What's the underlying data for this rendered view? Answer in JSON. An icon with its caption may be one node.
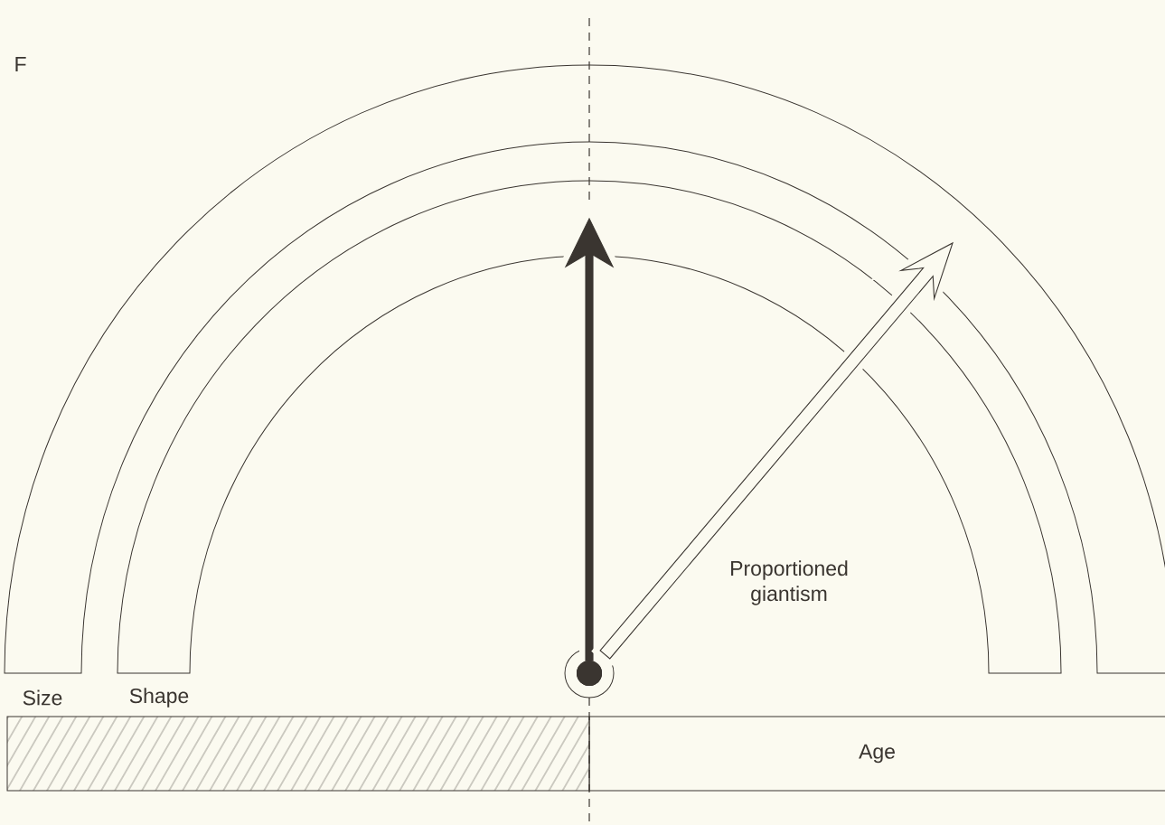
{
  "diagram": {
    "nodes": [
      {
        "text": [
          "Size"
        ]
      },
      {
        "text": [
          "Shape"
        ]
      },
      {
        "text": [],
        "shape": "bar"
      },
      {
        "text": [
          "Age"
        ]
      },
      {
        "text": [],
        "shape": "circle"
      }
    ],
    "edges": [
      {
        "from": 4,
        "to": null,
        "arrow": "to",
        "style": "thick"
      },
      {
        "from": 4,
        "to": null,
        "arrow": "to"
      }
    ],
    "labels": [
      "F",
      "Proportioned giantism"
    ]
  }
}
